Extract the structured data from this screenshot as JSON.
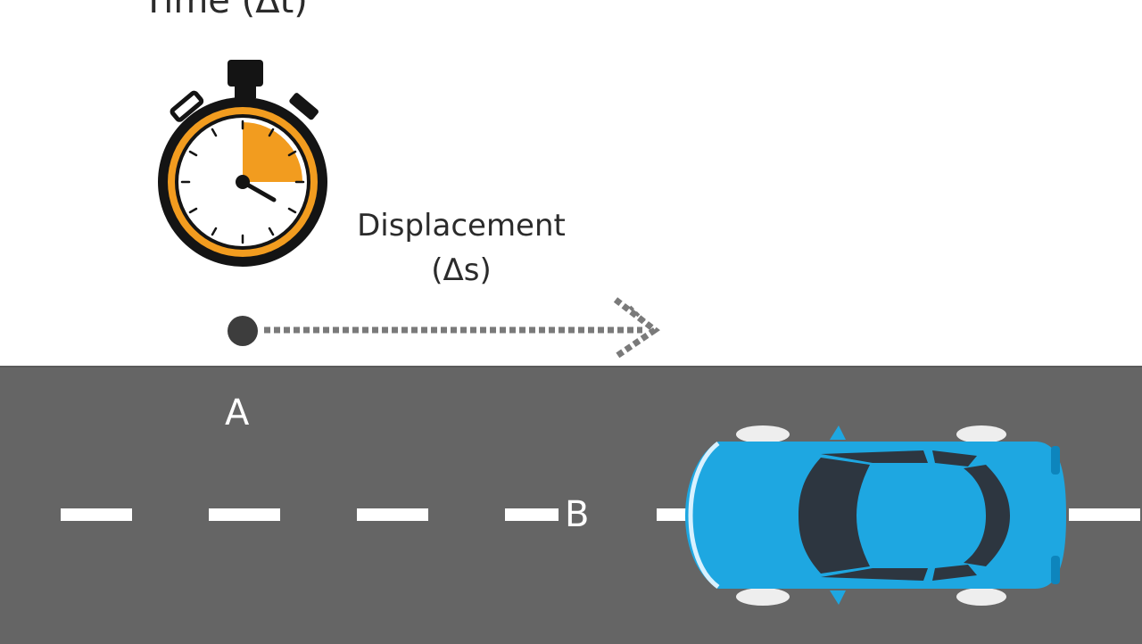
{
  "labels": {
    "time": "Time (Δt)",
    "displacement_line1": "Displacement",
    "displacement_line2": "(Δs)",
    "point_a": "A",
    "point_b": "B"
  },
  "colors": {
    "road": "#656565",
    "lane_marking": "#ffffff",
    "car_body": "#1ea7e1",
    "car_glass": "#2d3640",
    "stopwatch_rim": "#f29c1f",
    "stopwatch_outline": "#141414",
    "arrow": "#7a7a7a"
  },
  "stopwatch": {
    "elapsed_fraction": 0.25
  },
  "icons": [
    "stopwatch-icon",
    "car-icon",
    "dotted-arrow-icon"
  ]
}
